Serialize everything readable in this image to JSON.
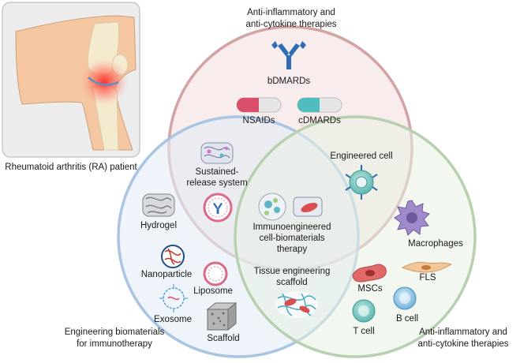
{
  "patient": {
    "caption": "Rheumatoid arthritis (RA) patient"
  },
  "circles": {
    "top": {
      "title_line1": "Anti-inflammatory and",
      "title_line2": "anti-cytokine  therapies",
      "color": "#c97a80"
    },
    "left": {
      "title_line1": "Engineering biomaterials",
      "title_line2": "for immunotherapy",
      "color": "#8fb3d6"
    },
    "right": {
      "title_line1": "Anti-inflammatory and",
      "title_line2": "anti-cytokine therapies",
      "color": "#9dbd95"
    }
  },
  "top_items": {
    "bdmards": "bDMARDs",
    "nsaids": "NSAIDs",
    "cdmards": "cDMARDs"
  },
  "top_left_overlap": {
    "line1": "Sustained-",
    "line2": "release system"
  },
  "top_right_overlap": {
    "label": "Engineered cell"
  },
  "center": {
    "line1": "Immunoengineered",
    "line2": "cell-biomaterials",
    "line3": "therapy"
  },
  "left_items": {
    "hydrogel": "Hydrogel",
    "nanoparticle": "Nanoparticle",
    "liposome": "Liposome",
    "exosome": "Exosome",
    "scaffold": "Scaffold"
  },
  "left_right_overlap": {
    "line1": "Tissue engineering",
    "line2": "scaffold"
  },
  "right_items": {
    "macrophages": "Macrophages",
    "mscs": "MSCs",
    "fls": "FLS",
    "t_cell": "T cell",
    "b_cell": "B cell"
  }
}
